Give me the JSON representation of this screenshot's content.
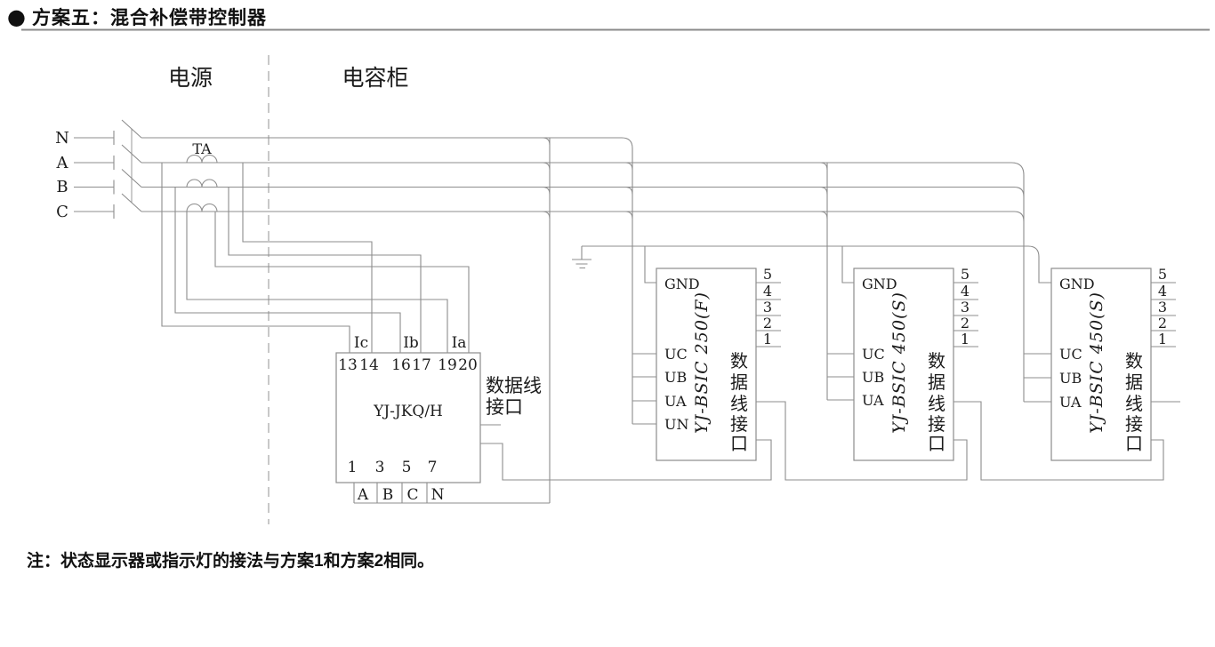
{
  "title": {
    "bullet": "●",
    "text": "方案五：混合补偿带控制器"
  },
  "sections": {
    "power": "电源",
    "capacitor_cabinet": "电容柜"
  },
  "phase_labels": [
    "N",
    "A",
    "B",
    "C"
  ],
  "transformer_label": "TA",
  "controller": {
    "model": "YJ-JKQ/H",
    "current_terminal_labels": [
      "Ic",
      "Ib",
      "Ia"
    ],
    "top_terminals": [
      "13",
      "14",
      "16",
      "17",
      "19",
      "20"
    ],
    "bottom_terminals": [
      "1",
      "3",
      "5",
      "7"
    ],
    "bottom_phase_labels": [
      "A",
      "B",
      "C",
      "N"
    ],
    "data_port_label_lines": [
      "数据线",
      "接口"
    ]
  },
  "modules": [
    {
      "model": "YJ-BSIC 250(F)",
      "input_labels": [
        "GND",
        "UC",
        "UB",
        "UA",
        "UN"
      ],
      "terminal_numbers": [
        "5",
        "4",
        "3",
        "2",
        "1"
      ],
      "data_port_chars": [
        "数",
        "据",
        "线",
        "接",
        "口"
      ]
    },
    {
      "model": "YJ-BSIC 450(S)",
      "input_labels": [
        "GND",
        "UC",
        "UB",
        "UA"
      ],
      "terminal_numbers": [
        "5",
        "4",
        "3",
        "2",
        "1"
      ],
      "data_port_chars": [
        "数",
        "据",
        "线",
        "接",
        "口"
      ]
    },
    {
      "model": "YJ-BSIC 450(S)",
      "input_labels": [
        "GND",
        "UC",
        "UB",
        "UA"
      ],
      "terminal_numbers": [
        "5",
        "4",
        "3",
        "2",
        "1"
      ],
      "data_port_chars": [
        "数",
        "据",
        "线",
        "接",
        "口"
      ]
    }
  ],
  "note": "注：状态显示器或指示灯的接法与方案1和方案2相同。",
  "colors": {
    "wire": "#8d8d8d",
    "ink": "#1b1b1b",
    "divider": "#9a9a9a"
  }
}
